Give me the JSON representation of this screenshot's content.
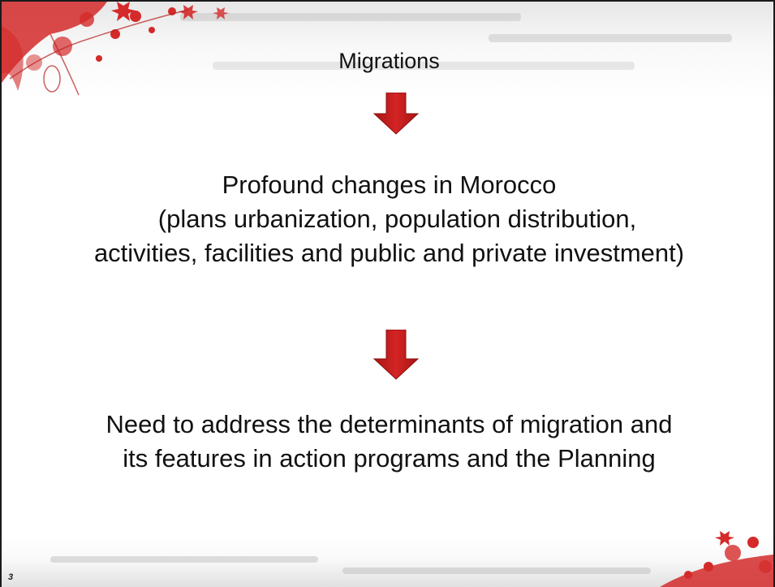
{
  "slide": {
    "title": "Migrations",
    "statement_1": {
      "line_1": "Profound changes in Morocco",
      "line_2": "(plans urbanization, population distribution,",
      "line_3": "activities, facilities and public and private investment)"
    },
    "statement_2": {
      "line_1": "Need to address the determinants of migration and",
      "line_2": "its features in action programs and the Planning"
    },
    "page_number": "3"
  },
  "colors": {
    "arrow": "#c81d1d",
    "floral": "#d42a2a",
    "text": "#111111"
  },
  "icons": {
    "arrow": "down-arrow-icon",
    "decoration": "floral-decoration"
  }
}
